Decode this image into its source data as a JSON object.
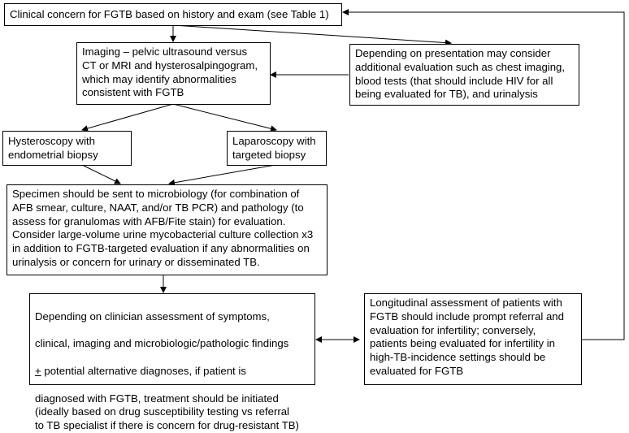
{
  "boxes": {
    "concern": "Clinical concern for FGTB based on history and exam (see Table 1)",
    "imaging": "Imaging – pelvic ultrasound versus\nCT or MRI and hysterosalpingogram,\nwhich may identify abnormalities\nconsistent with FGTB",
    "additional": "Depending on presentation may consider\nadditional evaluation such as chest imaging,\nblood tests (that should include HIV for all\nbeing evaluated for TB), and urinalysis",
    "hysteroscopy": "Hysteroscopy with\nendometrial biopsy",
    "laparoscopy": "Laparoscopy with\ntargeted biopsy",
    "specimen": "Specimen should be sent to microbiology (for combination of\nAFB smear, culture, NAAT, and/or TB PCR) and pathology (to\nassess for granulomas with AFB/Fite stain) for evaluation.\nConsider large-volume urine mycobacterial culture collection x3\nin addition to FGTB-targeted evaluation if any abnormalities on\nurinalysis or concern for urinary or disseminated TB.",
    "treatment_line1": "Depending on clinician assessment of symptoms,",
    "treatment_line2": "clinical, imaging and microbiologic/pathologic findings",
    "treatment_pm": "+",
    "treatment_line3": " potential alternative diagnoses, if patient is",
    "treatment_rest": "diagnosed with FGTB, treatment should be initiated\n(ideally based on drug susceptibility testing vs referral\nto TB specialist if there is concern for drug-resistant TB)",
    "longitudinal": "Longitudinal assessment of patients with\nFGTB should include prompt referral and\nevaluation for infertility; conversely,\npatients being evaluated for infertility in\nhigh-TB-incidence settings should be\nevaluated for FGTB"
  }
}
